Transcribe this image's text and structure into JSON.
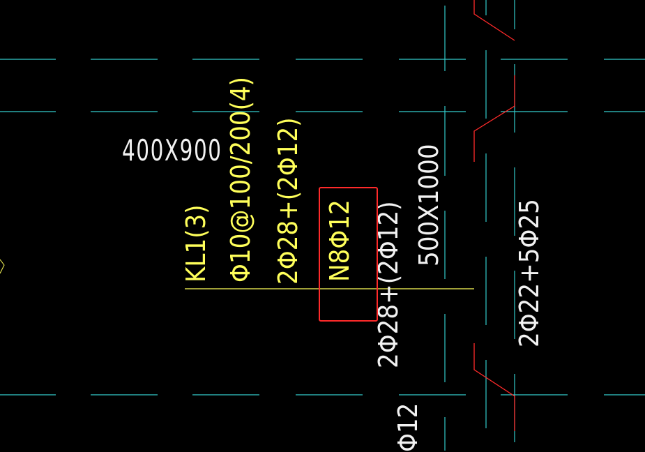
{
  "drawing": {
    "background": "#000000",
    "axis_color": "#33cccc",
    "beam_color": "#ffff5a",
    "label_color": "#f2f2f2",
    "break_color": "#ff2a2a",
    "selection_color": "#ff2a2a"
  },
  "labels": {
    "section_400x900": "400X900",
    "beam_name": "KL1(3)",
    "stirrups": "Φ10@100/200(4)",
    "top_bars": "2Φ28+(2Φ12)",
    "side_bars": "N8Φ12",
    "section_500x1000": "500X1000",
    "top_bars_2": "2Φ28+(2Φ12)",
    "column_bars": "2Φ22+5Φ25",
    "partial_bars": "Φ12"
  }
}
